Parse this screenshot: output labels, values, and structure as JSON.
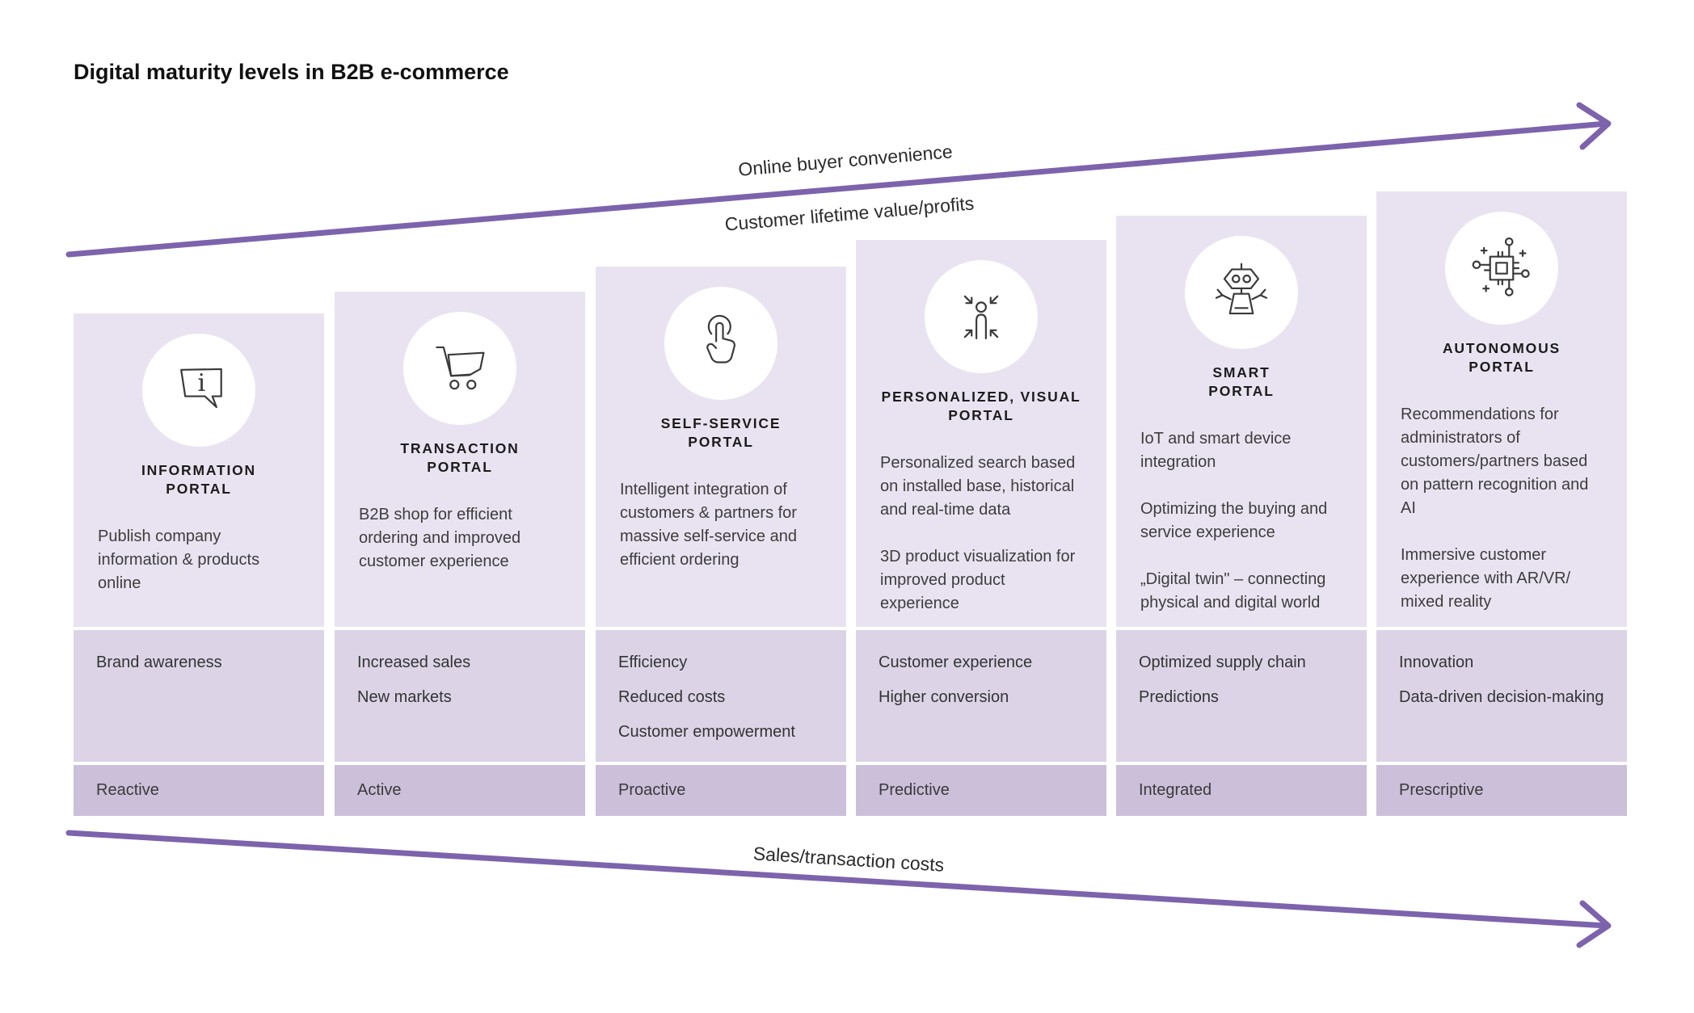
{
  "title": "Digital maturity levels in B2B e-commerce",
  "arrows": {
    "color": "#7D63AC",
    "top_label_above": "Online buyer convenience",
    "top_label_below": "Customer lifetime value/profits",
    "bottom_label": "Sales/transaction costs"
  },
  "columns": [
    {
      "icon": "info-speech-bubble",
      "name_line1": "INFORMATION",
      "name_line2": "PORTAL",
      "description": [
        "Publish company information & products online"
      ],
      "benefits": [
        "Brand awareness"
      ],
      "level": "Reactive"
    },
    {
      "icon": "shopping-cart",
      "name_line1": "TRANSACTION",
      "name_line2": "PORTAL",
      "description": [
        "B2B shop for efficient ordering and improved customer experience"
      ],
      "benefits": [
        "Increased sales",
        "New markets"
      ],
      "level": "Active"
    },
    {
      "icon": "tap-hand",
      "name_line1": "SELF-SERVICE",
      "name_line2": "PORTAL",
      "description": [
        "Intelligent integration of customers & partners for massive self-service and efficient ordering"
      ],
      "benefits": [
        "Efficiency",
        "Reduced costs",
        "Customer empowerment"
      ],
      "level": "Proactive"
    },
    {
      "icon": "person-with-arrows",
      "name_line1": "PERSONALIZED, VISUAL",
      "name_line2": "PORTAL",
      "description": [
        "Personalized search based on installed base, historical and real-time data",
        "3D product visualization for improved product experience"
      ],
      "benefits": [
        "Customer experience",
        "Higher conversion"
      ],
      "level": "Predictive"
    },
    {
      "icon": "robot",
      "name_line1": "SMART",
      "name_line2": "PORTAL",
      "description": [
        "IoT and smart device integration",
        "Optimizing the buying and service experience",
        "„Digital twin\" – connecting physical and digital world"
      ],
      "benefits": [
        "Optimized supply chain",
        "Predictions"
      ],
      "level": "Integrated"
    },
    {
      "icon": "ai-chip",
      "name_line1": "AUTONOMOUS",
      "name_line2": "PORTAL",
      "description": [
        "Recommendations for administrators of customers/partners based on pattern recognition and AI",
        "Immersive customer experience with AR/VR/ mixed reality"
      ],
      "benefits": [
        "Innovation",
        "Data-driven decision-making"
      ],
      "level": "Prescriptive"
    }
  ],
  "colors": {
    "description_panel": "#E9E3F1",
    "benefits_panel": "#DCD4E6",
    "level_band": "#CBBFD9",
    "arrow": "#7D63AC"
  }
}
